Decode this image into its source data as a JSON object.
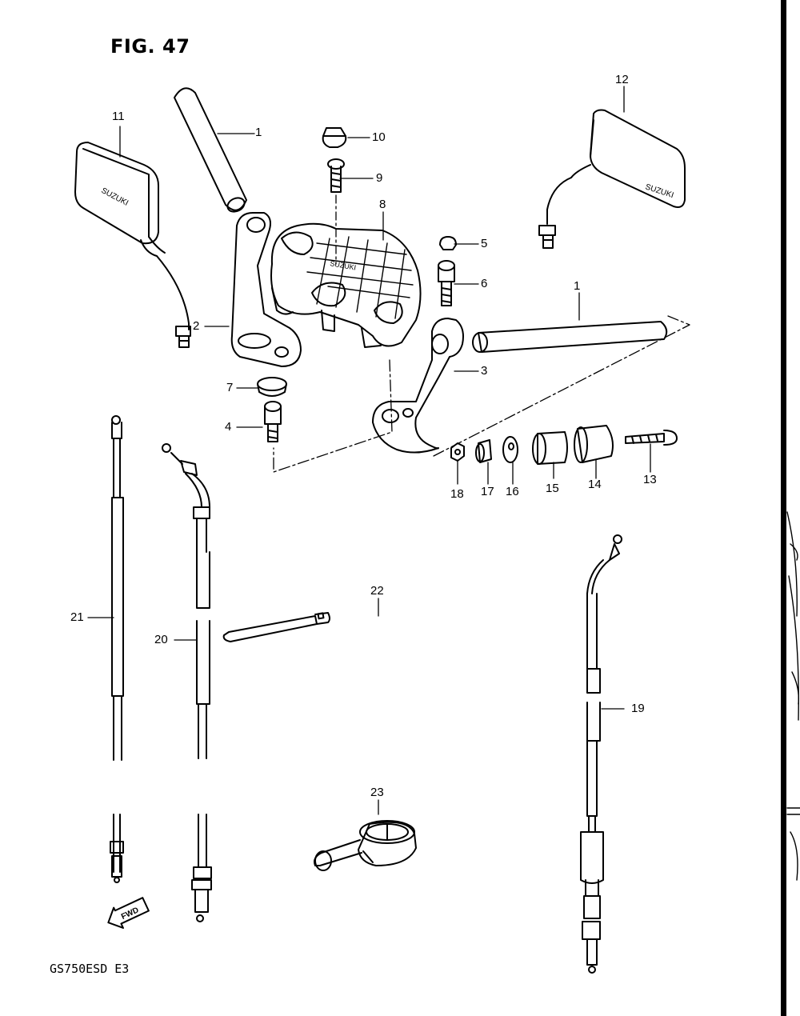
{
  "figure": {
    "title": "FIG. 47",
    "model_code": "GS750ESD E3"
  },
  "brand_marks": {
    "mirror_left": "SUZUKI",
    "mirror_right": "SUZUKI",
    "holder": "SUZUKI"
  },
  "fwd_label": "FWD",
  "callouts": [
    "1",
    "1",
    "2",
    "3",
    "4",
    "5",
    "6",
    "7",
    "8",
    "9",
    "10",
    "11",
    "12",
    "13",
    "14",
    "15",
    "16",
    "17",
    "18",
    "19",
    "20",
    "21",
    "22",
    "23"
  ]
}
